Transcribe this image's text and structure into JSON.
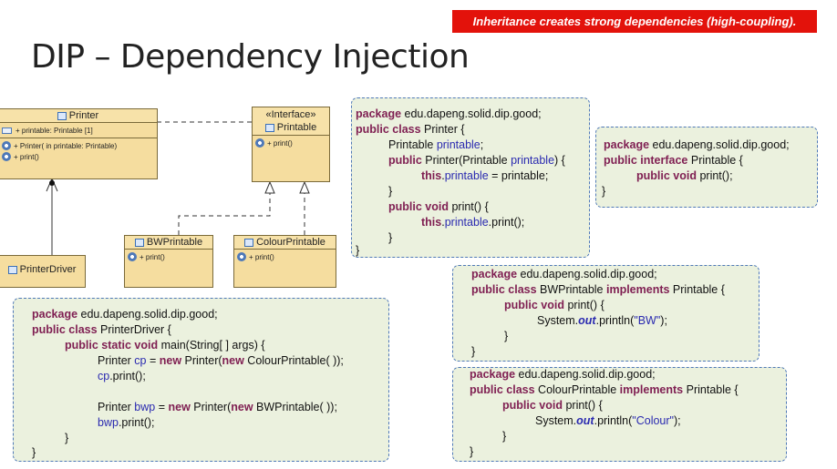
{
  "banner": "Inheritance creates strong dependencies (high-coupling).",
  "title": "DIP – Dependency Injection",
  "uml": {
    "printer": {
      "name": "Printer",
      "field": "+ printable: Printable [1]",
      "ctor": "+ Printer( in printable: Printable)",
      "method": "+ print()"
    },
    "printable": {
      "stereotype": "«Interface»",
      "name": "Printable",
      "method": "+ print()"
    },
    "bwprintable": {
      "name": "BWPrintable",
      "method": "+ print()"
    },
    "colourprintable": {
      "name": "ColourPrintable",
      "method": "+ print()"
    },
    "printerdriver": {
      "name": "PrinterDriver"
    }
  },
  "code_printer": {
    "l1_kw": "package",
    "l1_t": " edu.dapeng.solid.dip.good;",
    "l2_kw": "public class",
    "l2_t": " Printer {",
    "l3_a": "Printable ",
    "l3_f": "printable",
    "l3_b": ";",
    "l4_kw": "public",
    "l4_a": " Printer(Printable ",
    "l4_f": "printable",
    "l4_b": ") {",
    "l5_kw": "this",
    "l5_a": ".",
    "l5_f": "printable",
    "l5_b": " = printable;",
    "l6": "}",
    "l7_kw": "public void",
    "l7_t": " print() {",
    "l8_kw": "this",
    "l8_a": ".",
    "l8_f": "printable",
    "l8_b": ".print();",
    "l9": "}",
    "l10": "}"
  },
  "code_interface": {
    "l1_kw": "package",
    "l1_t": " edu.dapeng.solid.dip.good;",
    "l2_kw": "public interface",
    "l2_t": " Printable {",
    "l3_kw": "public void",
    "l3_t": " print();",
    "l4": "}"
  },
  "code_bw": {
    "l1_kw": "package",
    "l1_t": " edu.dapeng.solid.dip.good;",
    "l2_kw": "public class",
    "l2_a": " BWPrintable ",
    "l2_kw2": "implements",
    "l2_b": " Printable {",
    "l3_kw": "public void",
    "l3_t": " print() {",
    "l4_a": "System.",
    "l4_sf": "out",
    "l4_b": ".println(",
    "l4_s": "\"BW\"",
    "l4_c": ");",
    "l5": "}",
    "l6": "}"
  },
  "code_colour": {
    "l1_kw": "package",
    "l1_t": " edu.dapeng.solid.dip.good;",
    "l2_kw": "public class",
    "l2_a": " ColourPrintable ",
    "l2_kw2": "implements",
    "l2_b": " Printable {",
    "l3_kw": "public void",
    "l3_t": " print() {",
    "l4_a": "System.",
    "l4_sf": "out",
    "l4_b": ".println(",
    "l4_s": "\"Colour\"",
    "l4_c": ");",
    "l5": "}",
    "l6": "}"
  },
  "code_driver": {
    "l1_kw": "package",
    "l1_t": " edu.dapeng.solid.dip.good;",
    "l2_kw": "public class",
    "l2_t": " PrinterDriver {",
    "l3_kw": "public static void",
    "l3_t": " main(String[ ] args) {",
    "l4_a": "Printer ",
    "l4_f": "cp",
    "l4_b": " = ",
    "l4_kw": "new",
    "l4_c": " Printer(",
    "l4_kw2": "new",
    "l4_d": " ColourPrintable( ));",
    "l5_f": "cp",
    "l5_t": ".print();",
    "l6_a": "Printer ",
    "l6_f": "bwp",
    "l6_b": " = ",
    "l6_kw": "new",
    "l6_c": " Printer(",
    "l6_kw2": "new",
    "l6_d": " BWPrintable( ));",
    "l7_f": "bwp",
    "l7_t": ".print();",
    "l8": "}",
    "l9": "}"
  }
}
